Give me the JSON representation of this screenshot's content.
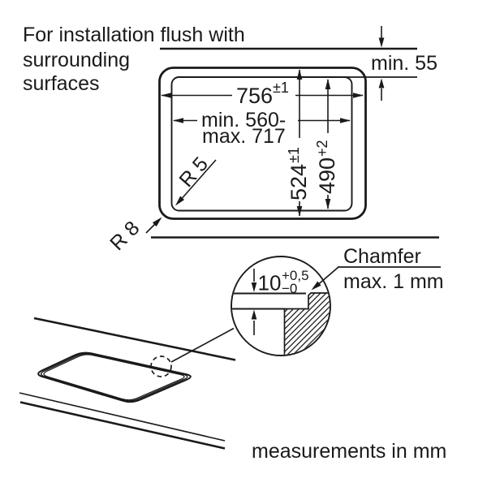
{
  "note": {
    "line1": "For installation flush with",
    "line2": "surrounding",
    "line3": "surfaces"
  },
  "footer": "measurements in mm",
  "dims": {
    "clearance": "min. 55",
    "outer_width": {
      "base": "756",
      "sup": "±1"
    },
    "cutout_width": {
      "line1": "min. 560-",
      "line2": "max. 717"
    },
    "outer_height": {
      "base": "524",
      "sup": "±1"
    },
    "cutout_height": {
      "base": "490",
      "sup": "+2"
    },
    "radius_outer": "R 8",
    "radius_cutout": "R 5"
  },
  "detail": {
    "depth": {
      "base": "10",
      "sup": "+0,5",
      "sub": "−0"
    },
    "chamfer": {
      "line1": "Chamfer",
      "line2": "max. 1 mm"
    }
  },
  "colors": {
    "line": "#1a1a1a",
    "background": "#ffffff"
  }
}
